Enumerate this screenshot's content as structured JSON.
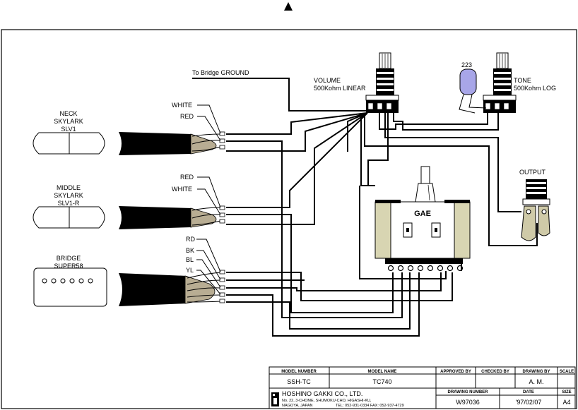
{
  "labels": {
    "bridge_ground": "To Bridge GROUND",
    "volume": "VOLUME",
    "volume_value": "500Kohm LINEAR",
    "tone": "TONE",
    "tone_value": "500Kohm LOG",
    "capacitor": "223",
    "output": "OUTPUT",
    "switch": "GAE"
  },
  "pickups": [
    {
      "line1": "NECK",
      "line2": "SKYLARK",
      "line3": "SLV1",
      "wires": [
        "WHITE",
        "RED"
      ]
    },
    {
      "line1": "MIDDLE",
      "line2": "SKYLARK",
      "line3": "SLV1-R",
      "wires": [
        "RED",
        "WHITE"
      ]
    },
    {
      "line1": "BRIDGE",
      "line2": "SUPER58",
      "wires": [
        "RD",
        "BK",
        "BL",
        "YL"
      ]
    }
  ],
  "title_block": {
    "headers": {
      "model_number": "MODEL NUMBER",
      "model_name": "MODEL NAME",
      "approved_by": "APPROVED BY",
      "checked_by": "CHECKED BY",
      "drawing_by": "DRAWING BY",
      "scale": "SCALE",
      "drawing_number": "DRAWING NUMBER",
      "date": "DATE",
      "size": "SIZE"
    },
    "values": {
      "model_number": "SSH-TC",
      "model_name": "TC740",
      "approved_by": "",
      "checked_by": "",
      "drawing_by": "A. M.",
      "scale": "",
      "drawing_number": "W97036",
      "date": "'97/02/07",
      "size": "A4"
    },
    "company": {
      "name": "HOSHINO GAKKI CO., LTD.",
      "address1": "No. 22, 3-CHOME, SHUMOKU-CHO, HIGASHI-KU,",
      "address2": "NAGOYA, JAPAN",
      "phone": "TEL: 052-931-0334 FAX: 052-937-4729"
    }
  }
}
